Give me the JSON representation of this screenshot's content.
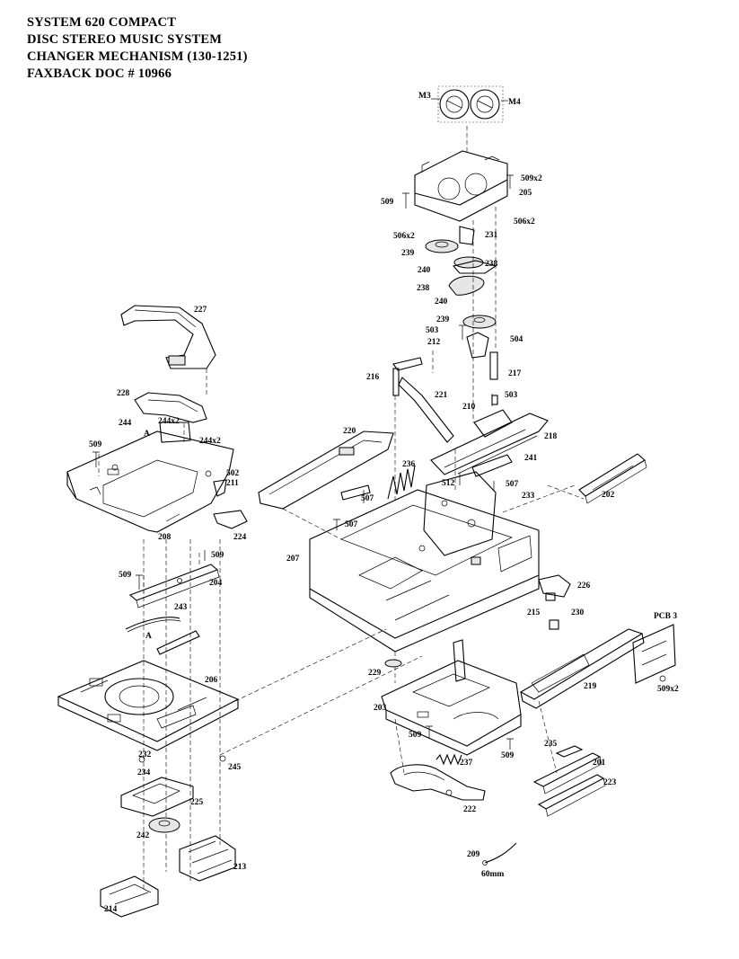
{
  "header": {
    "line1": "SYSTEM 620 COMPACT",
    "line2": "DISC STEREO MUSIC SYSTEM",
    "line3": "CHANGER MECHANISM  (130-1251)",
    "line4": "FAXBACK DOC # 10966"
  },
  "part_labels": {
    "p201": "201",
    "p202": "202",
    "p203": "203",
    "p204": "204",
    "p205": "205",
    "p206": "206",
    "p207": "207",
    "p208": "208",
    "p209": "209",
    "p210": "210",
    "p211": "211",
    "p212": "212",
    "p213": "213",
    "p214": "214",
    "p215": "215",
    "p216": "216",
    "p217": "217",
    "p218": "218",
    "p219": "219",
    "p220": "220",
    "p221": "221",
    "p222": "222",
    "p223": "223",
    "p224": "224",
    "p225": "225",
    "p226": "226",
    "p227": "227",
    "p228": "228",
    "p229": "229",
    "p230": "230",
    "p231": "231",
    "p232": "232",
    "p233": "233",
    "p234": "234",
    "p235": "235",
    "p236": "236",
    "p237": "237",
    "p238a": "238",
    "p238b": "238",
    "p239a": "239",
    "p239b": "239",
    "p240a": "240",
    "p240b": "240",
    "p241": "241",
    "p242": "242",
    "p243": "243",
    "p244": "244",
    "p244x2a": "244x2",
    "p244x2b": "244x2",
    "p245": "245",
    "p502": "502",
    "p503a": "503",
    "p503b": "503",
    "p504": "504",
    "p506x2a": "506x2",
    "p506x2b": "506x2",
    "p507a": "507",
    "p507b": "507",
    "p507c": "507",
    "p509a": "509",
    "p509b": "509",
    "p509c": "509",
    "p509d": "509",
    "p509e": "509",
    "p509f": "509",
    "p509x2a": "509x2",
    "p509x2b": "509x2",
    "p512": "512",
    "m3": "M3",
    "m4": "M4",
    "pcb3": "PCB 3",
    "a1": "A",
    "a2": "A",
    "len": "60mm"
  }
}
